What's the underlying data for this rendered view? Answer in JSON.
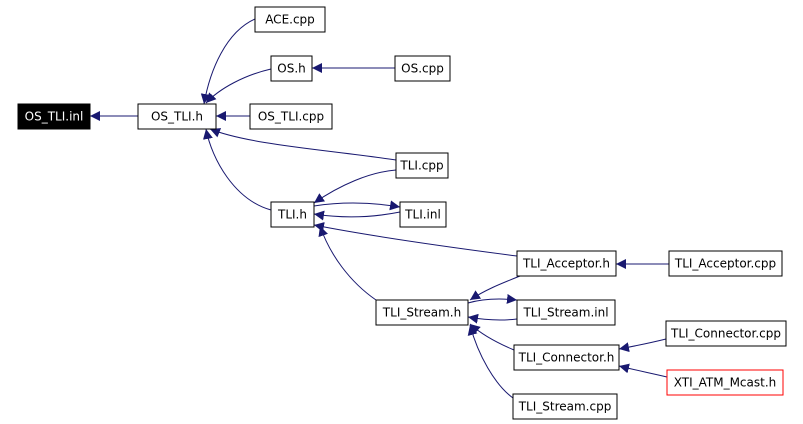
{
  "colors": {
    "edge": "#191970",
    "node_border": "#000000",
    "focus_fill": "#000000",
    "focus_text": "#ffffff",
    "highlight_border": "#ff0000"
  },
  "nodes": {
    "os_tli_inl": "OS_TLI.inl",
    "os_tli_h": "OS_TLI.h",
    "ace_cpp": "ACE.cpp",
    "os_h": "OS.h",
    "os_cpp": "OS.cpp",
    "os_tli_cpp": "OS_TLI.cpp",
    "tli_cpp": "TLI.cpp",
    "tli_h": "TLI.h",
    "tli_inl": "TLI.inl",
    "tli_acceptor_h": "TLI_Acceptor.h",
    "tli_acceptor_cpp": "TLI_Acceptor.cpp",
    "tli_stream_h": "TLI_Stream.h",
    "tli_stream_inl": "TLI_Stream.inl",
    "tli_connector_h": "TLI_Connector.h",
    "tli_connector_cpp": "TLI_Connector.cpp",
    "xti_atm_mcast_h": "XTI_ATM_Mcast.h",
    "tli_stream_cpp": "TLI_Stream.cpp"
  },
  "edges": [
    {
      "from": "os_tli_h",
      "to": "os_tli_inl"
    },
    {
      "from": "ace_cpp",
      "to": "os_tli_h"
    },
    {
      "from": "os_h",
      "to": "os_tli_h"
    },
    {
      "from": "os_cpp",
      "to": "os_h"
    },
    {
      "from": "os_tli_cpp",
      "to": "os_tli_h"
    },
    {
      "from": "tli_cpp",
      "to": "os_tli_h"
    },
    {
      "from": "tli_h",
      "to": "os_tli_h"
    },
    {
      "from": "tli_cpp",
      "to": "tli_h"
    },
    {
      "from": "tli_inl",
      "to": "tli_h"
    },
    {
      "from": "tli_h",
      "to": "tli_inl"
    },
    {
      "from": "tli_acceptor_h",
      "to": "tli_h"
    },
    {
      "from": "tli_stream_h",
      "to": "tli_h"
    },
    {
      "from": "tli_acceptor_h",
      "to": "tli_stream_h"
    },
    {
      "from": "tli_acceptor_cpp",
      "to": "tli_acceptor_h"
    },
    {
      "from": "tli_stream_h",
      "to": "tli_stream_inl"
    },
    {
      "from": "tli_stream_inl",
      "to": "tli_stream_h"
    },
    {
      "from": "tli_connector_h",
      "to": "tli_stream_h"
    },
    {
      "from": "tli_stream_cpp",
      "to": "tli_stream_h"
    },
    {
      "from": "tli_connector_cpp",
      "to": "tli_connector_h"
    },
    {
      "from": "xti_atm_mcast_h",
      "to": "tli_connector_h"
    }
  ]
}
